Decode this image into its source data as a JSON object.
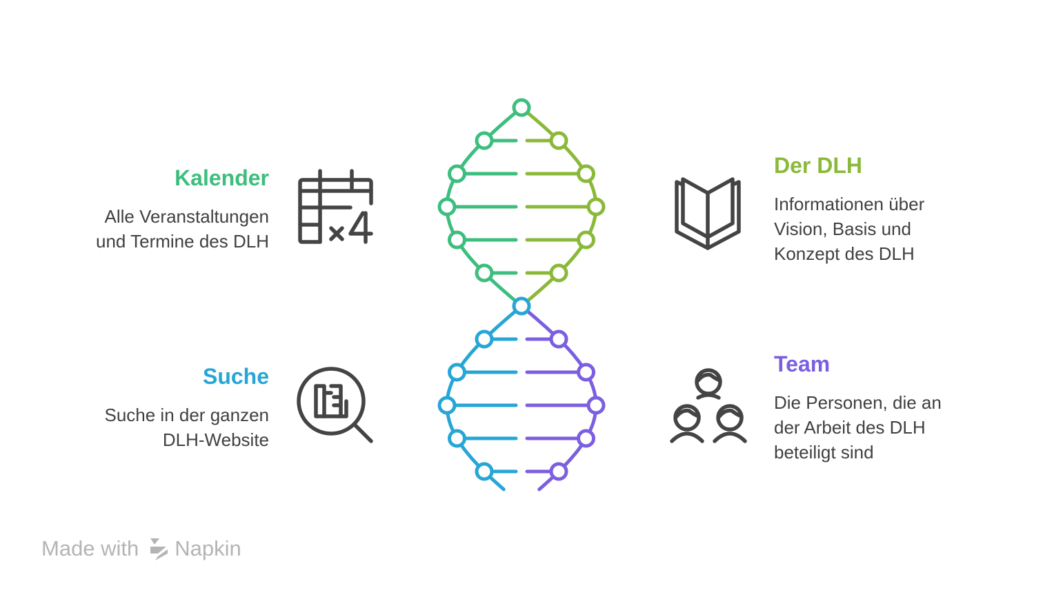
{
  "colors": {
    "green": "#3dbe7e",
    "lime": "#8ab93a",
    "blue": "#27a6d6",
    "purple": "#7b5fe0",
    "icon": "#444444",
    "text": "#404040",
    "footer": "#b4b4b4"
  },
  "items": {
    "kalender": {
      "title": "Kalender",
      "description": "Alle Veranstaltungen\nund Termine des DLH",
      "icon": "calendar-icon"
    },
    "suche": {
      "title": "Suche",
      "description": "Suche in der ganzen\nDLH-Website",
      "icon": "search-icon"
    },
    "der_dlh": {
      "title": "Der DLH",
      "description": "Informationen über\nVision, Basis und\nKonzept des DLH",
      "icon": "book-icon"
    },
    "team": {
      "title": "Team",
      "description": "Die Personen, die an\nder Arbeit des DLH\nbeteiligt sind",
      "icon": "team-icon"
    }
  },
  "footer": {
    "made_with": "Made with",
    "brand": "Napkin"
  }
}
